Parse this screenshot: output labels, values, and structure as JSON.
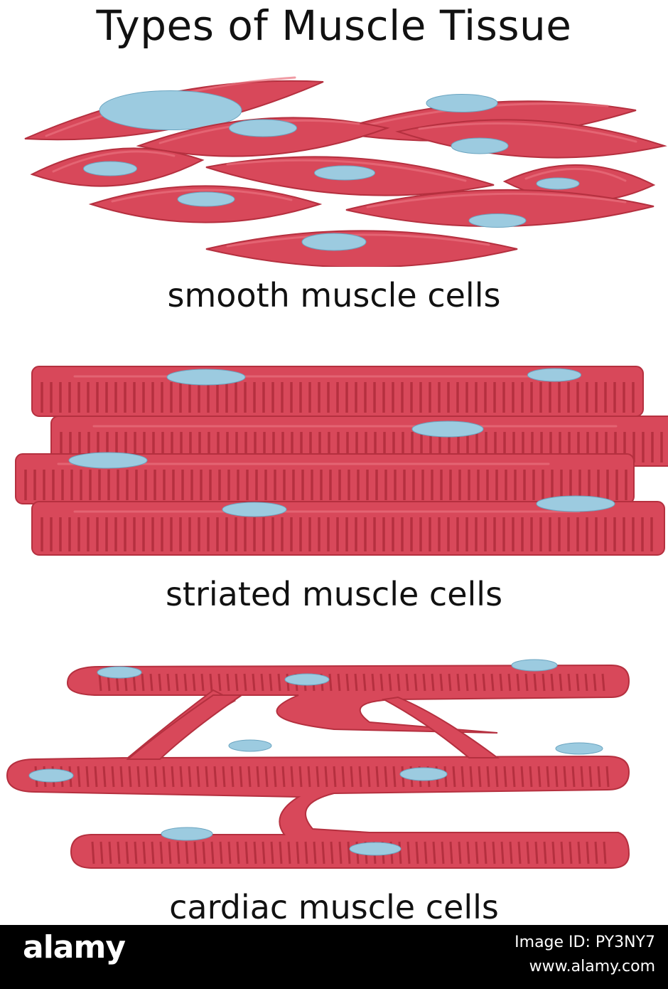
{
  "title": "Types of Muscle Tissue",
  "sections": {
    "smooth": {
      "label": "smooth muscle cells"
    },
    "striated": {
      "label": "striated muscle cells"
    },
    "cardiac": {
      "label": "cardiac muscle cells"
    }
  },
  "colors": {
    "cell": "#d8485a",
    "cell_dark": "#b5303f",
    "cell_highlight": "#e9707e",
    "nucleus": "#9ccbe0",
    "nucleus_outline": "#6aa4c0",
    "background": "#ffffff",
    "footer": "#000000"
  },
  "footer": {
    "logo": "alamy",
    "image_id": "Image ID: PY3NY7",
    "site": "www.alamy.com"
  }
}
